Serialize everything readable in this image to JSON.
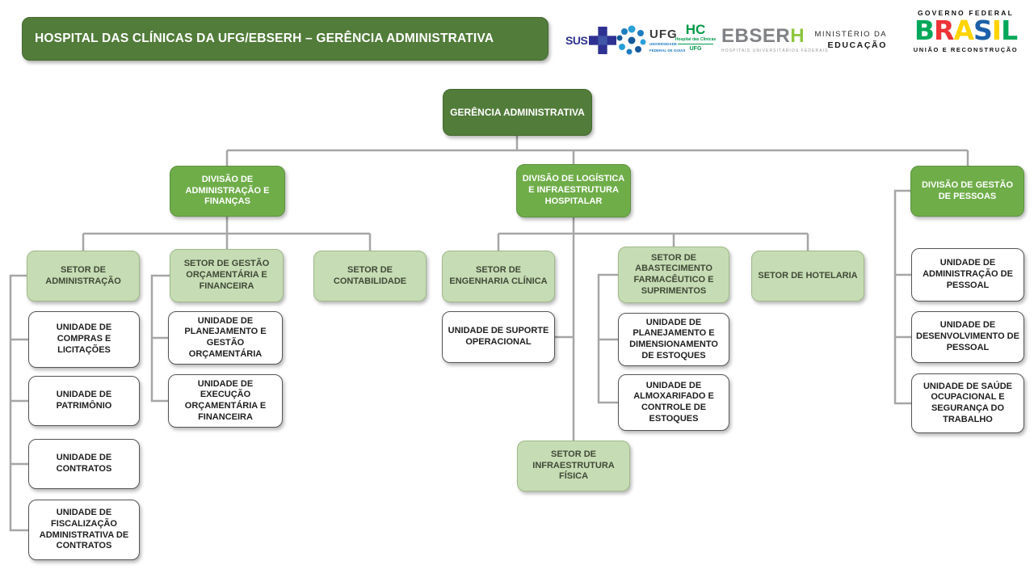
{
  "header": {
    "title": "HOSPITAL DAS CLÍNICAS DA UFG/EBSERH – GERÊNCIA ADMINISTRATIVA",
    "logos": {
      "sus": {
        "label": "SUS"
      },
      "ufg": {
        "acronym": "UFG",
        "subtext1": "UNIVERSIDADE",
        "subtext2": "FEDERAL DE GOIÁS"
      },
      "hc": {
        "acronym": "HC",
        "line1": "Hospital das Clínicas",
        "line2": "UFG"
      },
      "ebserh": {
        "name_gray": "EBSER",
        "name_green": "H",
        "subtext": "HOSPITAIS UNIVERSITÁRIOS FEDERAIS"
      },
      "mec": {
        "line1": "MINISTÉRIO DA",
        "line2": "EDUCAÇÃO"
      },
      "gov_federal": {
        "top": "GOVERNO FEDERAL",
        "brand_letters": [
          "B",
          "R",
          "A",
          "S",
          "I",
          "L"
        ],
        "bottom": "UNIÃO E RECONSTRUÇÃO"
      }
    }
  },
  "org": {
    "root": {
      "label": "GERÊNCIA ADMINISTRATIVA"
    },
    "divisions": [
      {
        "label": "DIVISÃO DE ADMINISTRAÇÃO E FINANÇAS"
      },
      {
        "label": "DIVISÃO DE LOGÍSTICA E INFRAESTRUTURA HOSPITALAR"
      },
      {
        "label": "DIVISÃO DE GESTÃO DE PESSOAS"
      }
    ],
    "sectors": [
      {
        "label": "SETOR DE ADMINISTRAÇÃO"
      },
      {
        "label": "SETOR DE GESTÃO ORÇAMENTÁRIA E FINANCEIRA"
      },
      {
        "label": "SETOR DE CONTABILIDADE"
      },
      {
        "label": "SETOR DE ENGENHARIA CLÍNICA"
      },
      {
        "label": "SETOR DE ABASTECIMENTO FARMACÊUTICO E SUPRIMENTOS"
      },
      {
        "label": "SETOR DE HOTELARIA"
      },
      {
        "label": "SETOR DE INFRAESTRUTURA FÍSICA"
      }
    ],
    "units": [
      {
        "label": "UNIDADE DE COMPRAS E LICITAÇÕES"
      },
      {
        "label": "UNIDADE DE PATRIMÔNIO"
      },
      {
        "label": "UNIDADE DE CONTRATOS"
      },
      {
        "label": "UNIDADE DE FISCALIZAÇÃO ADMINISTRATIVA DE CONTRATOS"
      },
      {
        "label": "UNIDADE DE PLANEJAMENTO E GESTÃO ORÇAMENTÁRIA"
      },
      {
        "label": "UNIDADE DE EXECUÇÃO ORÇAMENTÁRIA E FINANCEIRA"
      },
      {
        "label": "UNIDADE DE SUPORTE OPERACIONAL"
      },
      {
        "label": "UNIDADE DE PLANEJAMENTO E DIMENSIONAMENTO DE ESTOQUES"
      },
      {
        "label": "UNIDADE DE ALMOXARIFADO E CONTROLE DE ESTOQUES"
      },
      {
        "label": "UNIDADE DE ADMINISTRAÇÃO DE PESSOAL"
      },
      {
        "label": "UNIDADE DE DESENVOLVIMENTO DE PESSOAL"
      },
      {
        "label": "UNIDADE DE SAÚDE OCUPACIONAL E SEGURANÇA DO TRABALHO"
      }
    ]
  },
  "colors": {
    "dark_green": "#527c3a",
    "medium_green": "#6fad49",
    "light_green": "#c6dcb4",
    "connector_gray": "#a6a6a6"
  }
}
